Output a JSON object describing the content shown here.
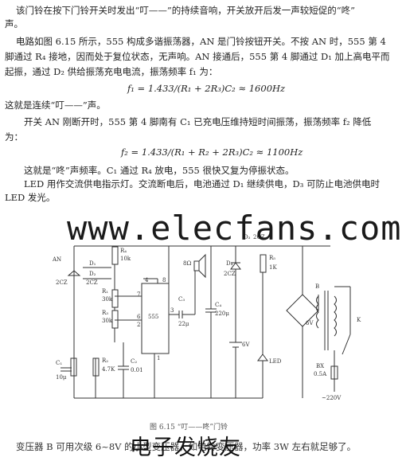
{
  "paragraphs": [
    {
      "lines": [
        "该门铃在按下门铃开关时发出“叮——”的持续音响，开关放开后发一声较短促的“咚”",
        "声。"
      ]
    },
    {
      "lines": [
        "电路如图 6.15 所示，555 构成多谐振荡器，AN 是门铃按钮开关。不按 AN 时，555 第 4",
        "脚通过 R₄ 接地，因而处于复位状态，无声响。AN 接通后，555 第 4 脚通过 D₁ 加上高电平而",
        "起振，通过 D₂ 供给振荡充电电流，振荡频率 f₁ 为："
      ]
    },
    {
      "lines": [
        "这就是连续“叮——”声。"
      ]
    },
    {
      "lines": [
        "开关 AN 刚断开时，555 第 4 脚南有 C₁ 已充电压维持短时间振荡，振荡频率 f₂ 降低",
        "为："
      ]
    },
    {
      "lines": [
        "这就是“咚”声频率。C₁ 通过 R₄ 放电，555 很快又复为停振状态。",
        "LED 用作交流供电指示灯。交流断电后，电池通过 D₁ 继续供电，D₃ 可防止电池供电时",
        "LED 发光。"
      ]
    }
  ],
  "equations": {
    "f1": "f₁ = 1.433/(R₁ + 2R₃)C₂ ≈ 1600Hz",
    "f2": "f₂ = 1.433/(R₁ + R₂ + 2R₃)C₂ ≈ 1100Hz"
  },
  "watermark": "www.elecfans.com",
  "watermark_cn": "电子发烧友",
  "figure_caption": "图 6.15 “叮——咚”门铃",
  "footer_text": "变压器 B 可用次级 6~8V 的小型变压器，如电铃变压器，功率 3W 左右就足够了。",
  "circuit_labels": {
    "an": "AN",
    "d1": "D₁",
    "d1_type": "2CZ",
    "d2": "D₂",
    "d2_type": "2CZ",
    "r4": "R₄",
    "r4_val": "10k",
    "r1": "R₁",
    "r1_val": "30k",
    "r3": "R₃",
    "r3_val": "30k",
    "r2": "R₂",
    "r2_val": "4.7K",
    "c1": "C₁",
    "c1_val": "10μ",
    "c2": "C₂",
    "c2_val": "0.01",
    "ic": "555",
    "pin4": "4",
    "pin8": "8",
    "pin7": "7",
    "pin6": "6",
    "pin2": "2",
    "pin3": "3",
    "pin1": "1",
    "c3": "C₃",
    "c3_val": "22μ",
    "spk": "8Ω",
    "c4": "C₄",
    "c4_val": "220μ",
    "bat": "6V",
    "d4": "D₄",
    "d4_type": "2CZ",
    "d3": "D₃",
    "d3_type": "2CZ",
    "r5": "R₅",
    "r5_val": "1K",
    "led": "LED",
    "tr": "B",
    "tr_sec": "6V",
    "k": "K",
    "fuse": "BX",
    "fuse_val": "0.5A",
    "mains": "~220V"
  }
}
